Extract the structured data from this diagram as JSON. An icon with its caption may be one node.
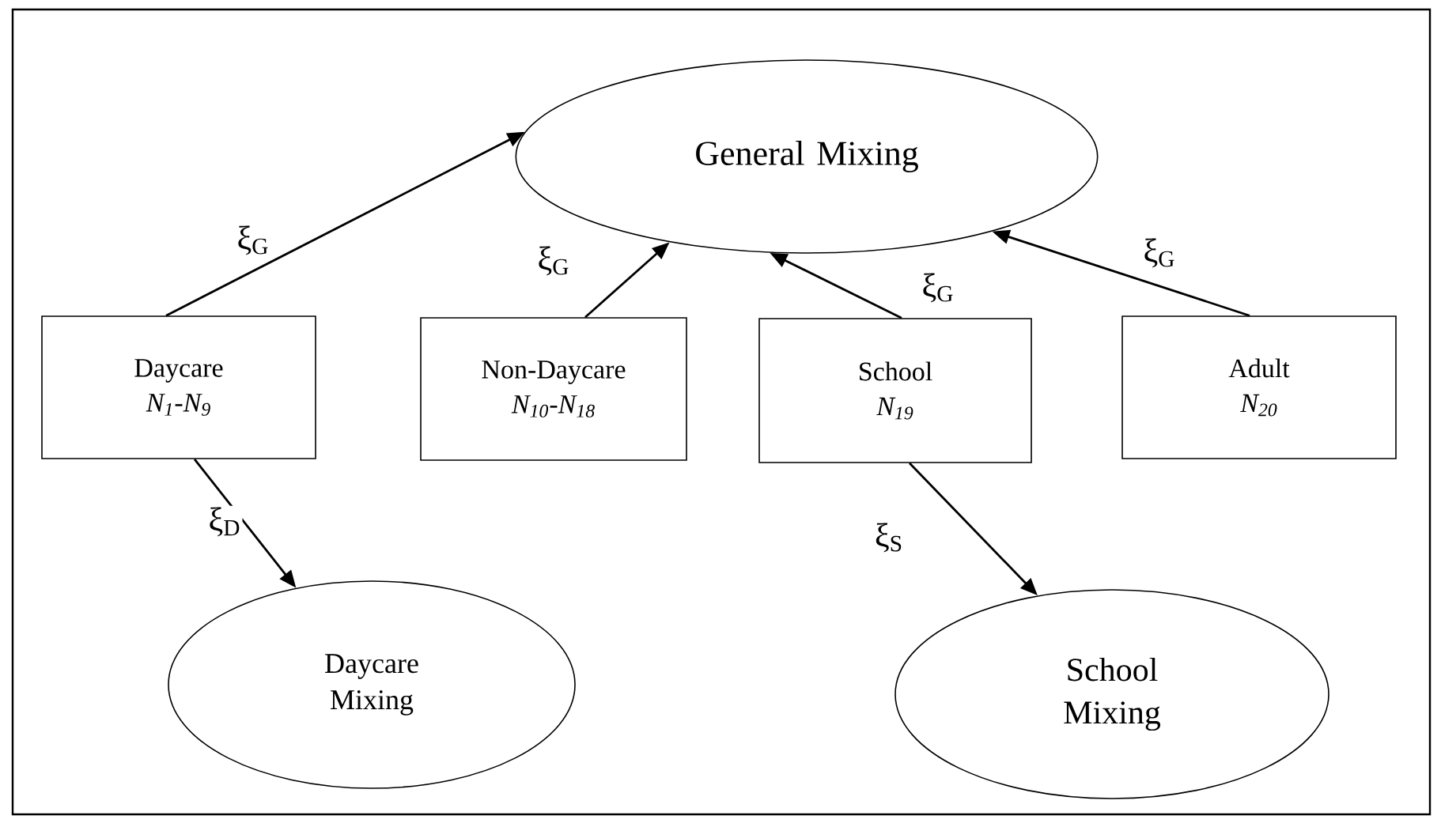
{
  "diagram": {
    "nodes": [
      {
        "text": [
          "General Mixing"
        ]
      },
      {
        "text": [
          "Daycare",
          "N$_{1}$-N$_{9}$"
        ]
      },
      {
        "text": [
          "Non-Daycare",
          "N$_{10}$-N$_{18}$"
        ]
      },
      {
        "text": [
          "School",
          "N$_{19}$"
        ]
      },
      {
        "text": [
          "Adult",
          "N$_{20}$"
        ]
      },
      {
        "text": [
          "Daycare Mixing"
        ]
      },
      {
        "text": [
          "School Mixing"
        ]
      }
    ],
    "edges": [
      {
        "from": 1,
        "to": 0,
        "arrow": "to",
        "label": "ξ$_{G}$"
      },
      {
        "from": 2,
        "to": 0,
        "arrow": "to",
        "label": "ξ$_{G}$"
      },
      {
        "from": 3,
        "to": 0,
        "arrow": "to",
        "label": "ξ$_{G}$"
      },
      {
        "from": 4,
        "to": 0,
        "arrow": "to",
        "label": "ξ$_{G}$"
      },
      {
        "from": 1,
        "to": 5,
        "arrow": "to",
        "label": "ξ$_{D}$"
      },
      {
        "from": 3,
        "to": 6,
        "arrow": "to",
        "label": "ξ$_{S}$"
      }
    ]
  }
}
